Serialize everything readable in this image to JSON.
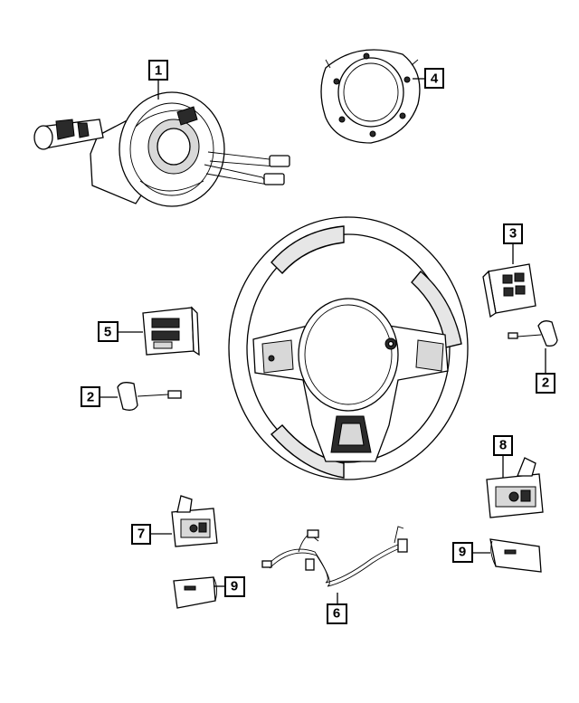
{
  "callouts": {
    "c1": "1",
    "c2a": "2",
    "c2b": "2",
    "c3": "3",
    "c4": "4",
    "c5": "5",
    "c6": "6",
    "c7": "7",
    "c8": "8",
    "c9a": "9",
    "c9b": "9"
  },
  "icons": {
    "p1": "clockspring-multifunction-switch",
    "p2": "switch-connector",
    "p3": "steering-wheel-switch-right",
    "p4": "clockspring-housing",
    "p5": "steering-wheel-switch-left",
    "p6": "wiring-harness",
    "p7": "paddle-shifter-left",
    "p8": "paddle-shifter-right",
    "p9": "switch-cover",
    "wheel": "steering-wheel"
  },
  "colors": {
    "line": "#000000",
    "background": "#ffffff"
  }
}
